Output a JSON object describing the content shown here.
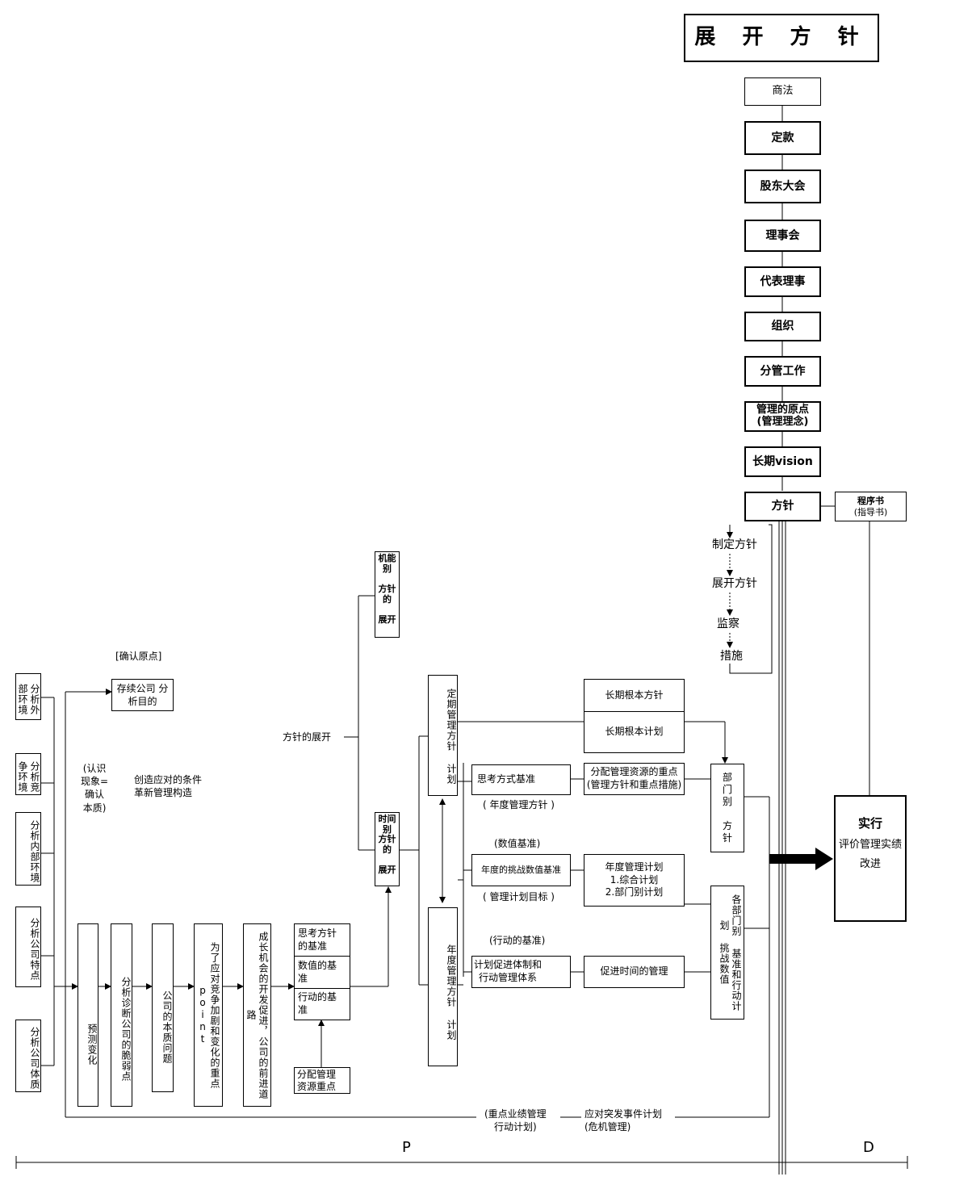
{
  "title": "展 开 方 针",
  "hierarchy": [
    "商法",
    "定款",
    "股东大会",
    "理事会",
    "代表理事",
    "组织",
    "分管工作",
    "管理的原点\n(管理理念)",
    "长期vision",
    "方针"
  ],
  "procedure": {
    "title": "程序书",
    "sub": "(指导书)"
  },
  "cycle": [
    "制定方针",
    "展开方针",
    "监察",
    "措施"
  ],
  "env": [
    "分析外部环境",
    "分析竞争环境",
    "分析内部环境",
    "分析公司特点",
    "分析公司体质"
  ],
  "confirm_label": "[确认原点]",
  "purpose": "存续公司 分\n析目的",
  "recognize": "(认识\n现象=\n确认\n本质)",
  "create": "创造应对的条件\n革新管理构造",
  "chain": [
    "预测变化",
    "分析诊断公司的脆弱点",
    "公司的本质问题",
    "为了应对竞争加剧和变化的重点point",
    "成长机会的开发促进，公司的前进道路"
  ],
  "basis": [
    "思考方针\n的基准",
    "数值的基\n准",
    "行动的基\n准"
  ],
  "allocate": "分配管理\n资源重点",
  "policy_expand": "方针的展开",
  "functional": "机能\n别\n\n方针\n的\n\n展开",
  "temporal": "时间\n别\n方针\n的\n\n展开",
  "periodic": "定期管理方针\n\n计划",
  "annual": "年度管理方针\n\n计划",
  "long_term": [
    "长期根本方针",
    "长期根本计划"
  ],
  "mid_left": [
    {
      "above": "",
      "box": "思考方式基准",
      "below": "( 年度管理方针 )"
    },
    {
      "above": "(数值基准)",
      "box": "年度的挑战数值基准",
      "below": "( 管理计划目标 )"
    },
    {
      "above": "(行动的基准)",
      "box": "计划促进体制和\n行动管理体系",
      "below": ""
    }
  ],
  "mid_right": [
    "分配管理资源的重点\n(管理方针和重点措施)",
    "年度管理计划\n1.综合计划\n2.部门别计划",
    "促进时间的管理"
  ],
  "dept": "部\n门\n别\n\n方\n针",
  "each_dept": "各部门别\n基准和行动计划\n挑战数值",
  "exec": {
    "title": "实行",
    "line2": "评价管理实绩",
    "line3": "改进"
  },
  "bottom_left": "(重点业绩管理\n行动计划)",
  "bottom_right": "应对突发事件计划\n(危机管理)",
  "phase_p": "P",
  "phase_d": "D"
}
